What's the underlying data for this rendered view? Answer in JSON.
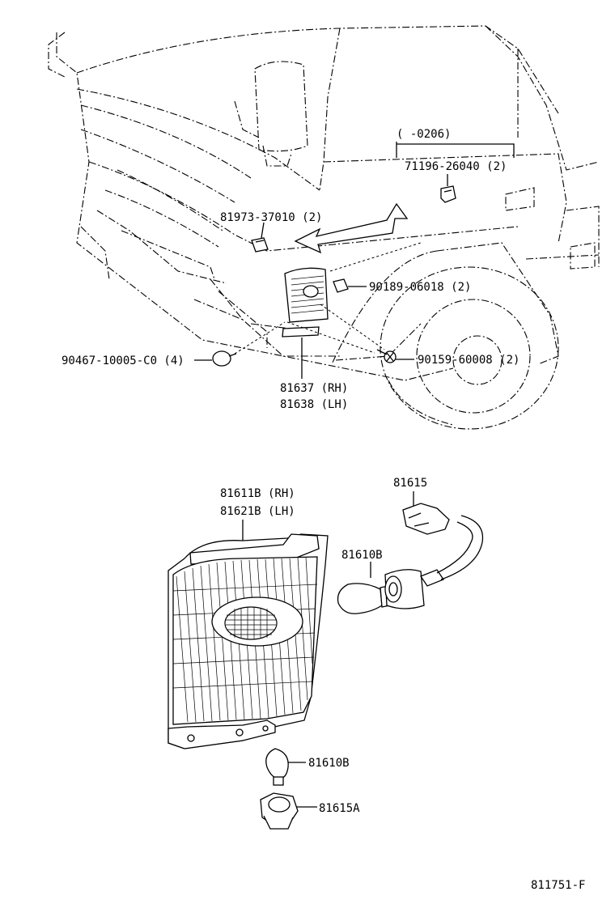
{
  "labels": {
    "range": "(      -0206)",
    "p71196": "71196-26040 (2)",
    "p81973": "81973-37010 (2)",
    "p90189": "90189-06018 (2)",
    "p90467": "90467-10005-C0 (4)",
    "p90159": "90159-60008 (2)",
    "p81637": "81637 (RH)",
    "p81638": "81638 (LH)",
    "p81611": "81611B (RH)",
    "p81621": "81621B (LH)",
    "p81615": "81615",
    "p81610_top": "81610B",
    "p81610_bottom": "81610B",
    "p81615a": "81615A",
    "drawing_no": "811751-F"
  }
}
